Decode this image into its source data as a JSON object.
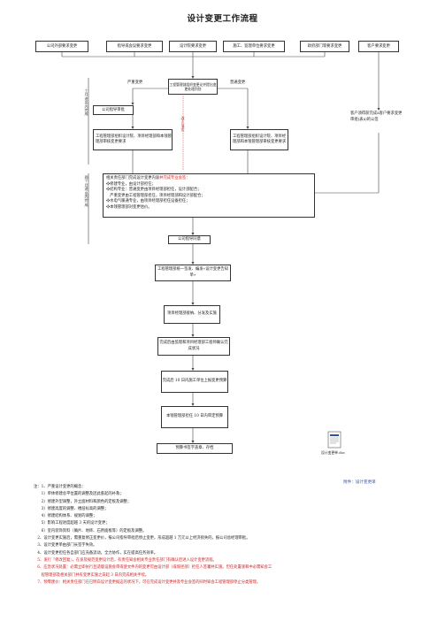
{
  "title": "设计变更工作流程",
  "top_sources": [
    "公司外部要求变更",
    "指导或会议要求变更",
    "设计院要求变更",
    "施工、监理单位要求变更",
    "政府部门等要求变更",
    "客户要求变更"
  ],
  "side_labels": {
    "upper": "个月进出内完成",
    "lower": "两个月进出内完成"
  },
  "decision_box": "工程管理部组织变更论并提出变更处理判别",
  "branches": {
    "serious": "严重变更",
    "normal": "普通变更"
  },
  "red_vertical": "改正落实",
  "company_guide": "公司指导审批",
  "left_detail": "工程管理部组织设计院、项目经理部和本钱管理部审核变更要求",
  "right_detail": "工程管理部组织设计院、项目经理部和本钱管理部审核变更要求",
  "customer_note": "客户须得获完成a客户要求变更审批(表a)的公签",
  "big_box": {
    "head": "相关责任部门完成设计变更内容",
    "head_red": "并完成专业会签：",
    "lines": [
      "❖修建专业，由设计部担任；",
      "❖结构专业：普通变更由项目经理部担任，设计部配合；",
      "　严重变更由工程管理部担任，项目经理部和设计部配合；",
      "❖水电气暖通专业，由项目经理部担任设备担任；",
      "❖本钱管理部对变更估价。"
    ]
  },
  "company_agree": "公司指导同意",
  "unify_box": "工程管理部统一签发、编发«设计变更告知单»",
  "receive_box": "项目经理部接纳、分发及实施",
  "confirm_box": "完成后由监理和项目经理部工程师确认完成状况",
  "budget_box": "完成后 10 日内施工单位上报变更预算",
  "cost_box": "本钱管理部担任 10 日内审定预算",
  "archive_box": "预算书签字盖章、存档",
  "file_name": "设计变更单.doc",
  "attachment": "附件：设计变更单",
  "notes": [
    {
      "text": "注：1、严重设计变更的概念：",
      "red": false
    },
    {
      "text": "　　1）单体修建总平位置的调整及因此惹起的补救；",
      "red": false
    },
    {
      "text": "　　2）修建外型调整，外立面材料和颜色的定板及调整；",
      "red": false
    },
    {
      "text": "　　3）修建高度的调整、楼层标高的调整；",
      "red": false
    },
    {
      "text": "　　4）修建结构体系、规划的调整；",
      "red": false
    },
    {
      "text": "　　5）影响工程进度超越 3 天的设计变更；",
      "red": false
    },
    {
      "text": "　　6）室内装饰资料（确片、地砖、石用面板等）的定板及调整。",
      "red": false
    },
    {
      "text": "　2、设计变更实施后，需重复修正变更价，报公司指导审批后停止变更，形成超越 1 万元以上经济损失的，报公司总经理审批。",
      "red": false
    },
    {
      "text": "　3、设计变更单由部门长签字失效。",
      "red": false
    },
    {
      "text": "　4、设计变更担任各自部门应充备流动，全力协作，实在提高任务效率。",
      "red": false
    },
    {
      "text": "　5、发行『修改回复』，在发及规范变更设计后，有责任知会相关专业责任部门有确认后进入设计变更流程。",
      "red": true
    },
    {
      "text": "　6、应急状况处置：必需立即执行且适版设施会审或使文件内的变更可由设计部（或保径部）担任人签署并实施。但任处置速和中必需知会工",
      "red": true
    },
    {
      "text": "　　程管理部及相关部门并有变更实施之日起 3 日内完成相关手续。",
      "red": true
    },
    {
      "text": "　7、预零建价：相关责任部门在已明白设计变更据这的状况下，可在完成设计变更并及专业会签的同时知会工程管理部停止分类管理。",
      "red": true
    }
  ]
}
